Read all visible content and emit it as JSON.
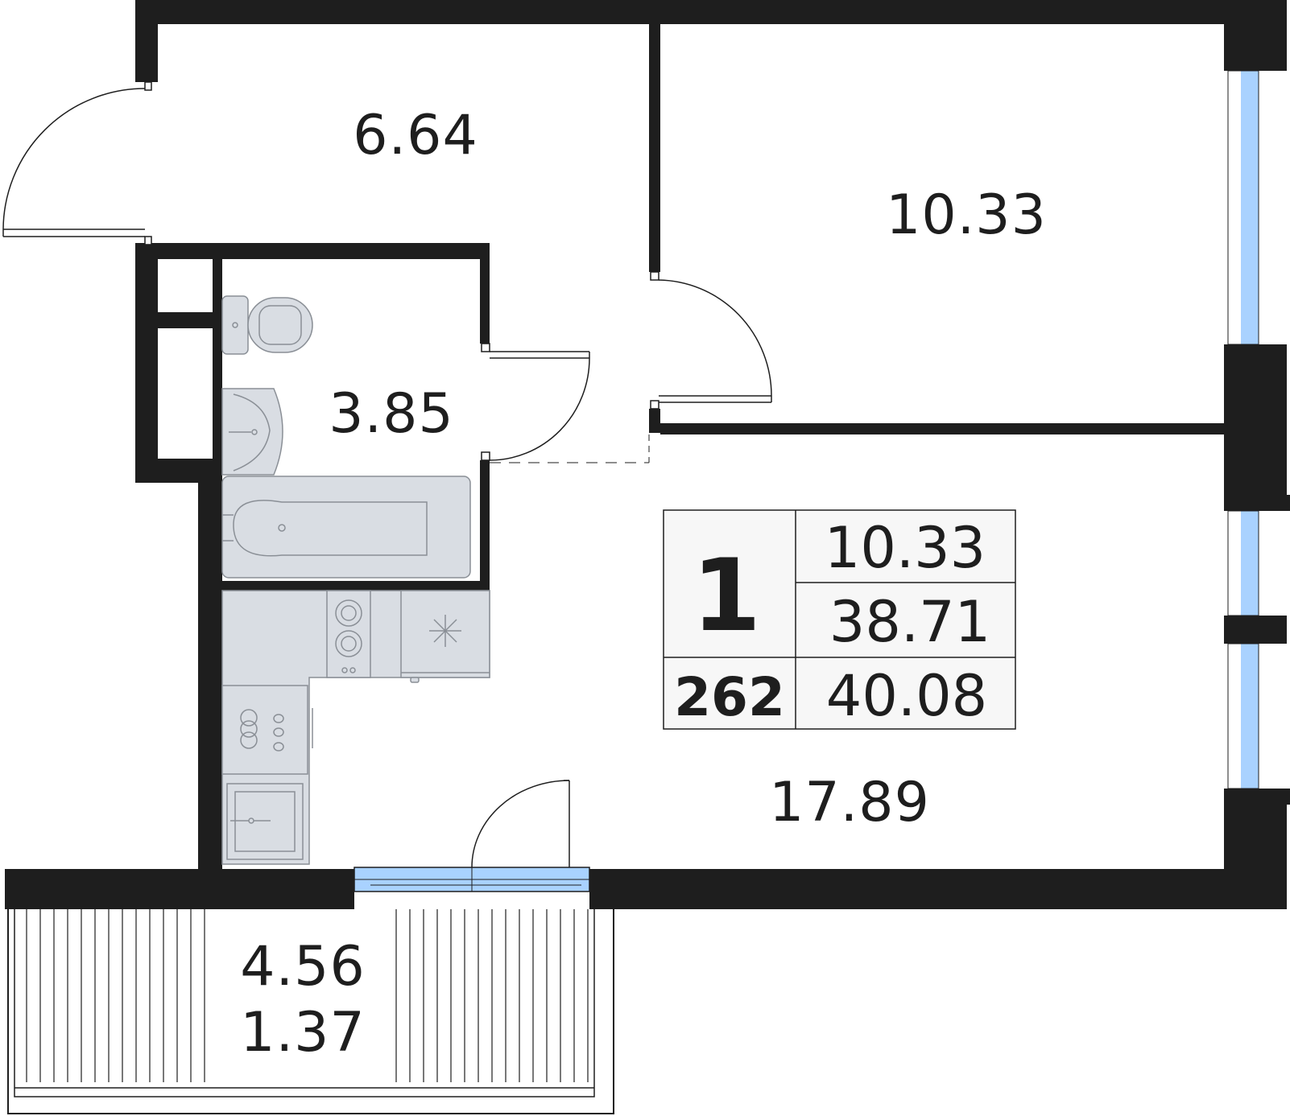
{
  "rooms": {
    "hallway": "6.64",
    "bedroom": "10.33",
    "bathroom": "3.85",
    "kitchen_living": "17.89",
    "balcony_area": "4.56",
    "balcony_reduced": "1.37"
  },
  "info_table": {
    "rooms_count": "1",
    "living_area": "10.33",
    "total_area": "38.71",
    "apartment_number": "262",
    "total_with_balcony": "40.08"
  },
  "colors": {
    "wall": "#1e1e1e",
    "window_glass": "#a9d2ff",
    "fixture_fill": "#d9dde3",
    "fixture_stroke": "#8a8f96"
  },
  "icons": [
    "toilet-icon",
    "sink-icon",
    "bathtub-icon",
    "stove-icon",
    "fridge-icon",
    "kitchen-sink-icon",
    "dishwasher-icon"
  ]
}
